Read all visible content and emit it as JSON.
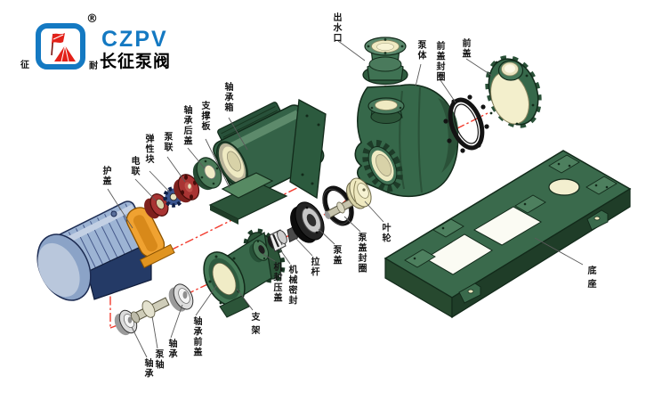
{
  "logo": {
    "registered_mark": "®",
    "brand_acronym": "CZPV",
    "brand_name": "长征泵阀",
    "seal_left_char": "征",
    "seal_right_char": "耐"
  },
  "labels": {
    "guard_cover": "护盖",
    "motor_coupling": "电联",
    "elastic_block": "弹性块",
    "pump_coupling": "泵联",
    "bearing_rear_cover": "轴承后盖",
    "support_plate": "支撑板",
    "bearing_housing": "轴承箱",
    "outlet": "出水口",
    "pump_body": "泵体",
    "front_cover_seal_ring": "前盖封圈",
    "front_cover": "前盖",
    "impeller": "叶轮",
    "pump_cover_seal_ring": "泵盖封圈",
    "pump_cover": "泵盖",
    "tie_rod": "拉杆",
    "mechanical_seal": "机械密封",
    "seal_gland": "机封压盖",
    "bracket": "支架",
    "bearing_front_cover": "轴承前盖",
    "bearing_right": "轴承",
    "pump_shaft": "泵轴",
    "bearing_left": "轴承",
    "base": "底座"
  },
  "colors": {
    "background": "#ffffff",
    "brand_blue": "#1479c2",
    "logo_red": "#e32119",
    "axis_red": "#f23b2e",
    "part_green": "#36684a",
    "part_cream": "#efeac2",
    "motor_blue": "#9db4d4",
    "guard_orange": "#f0a231",
    "coupling_red": "#a93433",
    "spider_blue": "#3a5590",
    "seal_black": "#1a1a1a",
    "leader_gray": "#5a5a5a"
  }
}
